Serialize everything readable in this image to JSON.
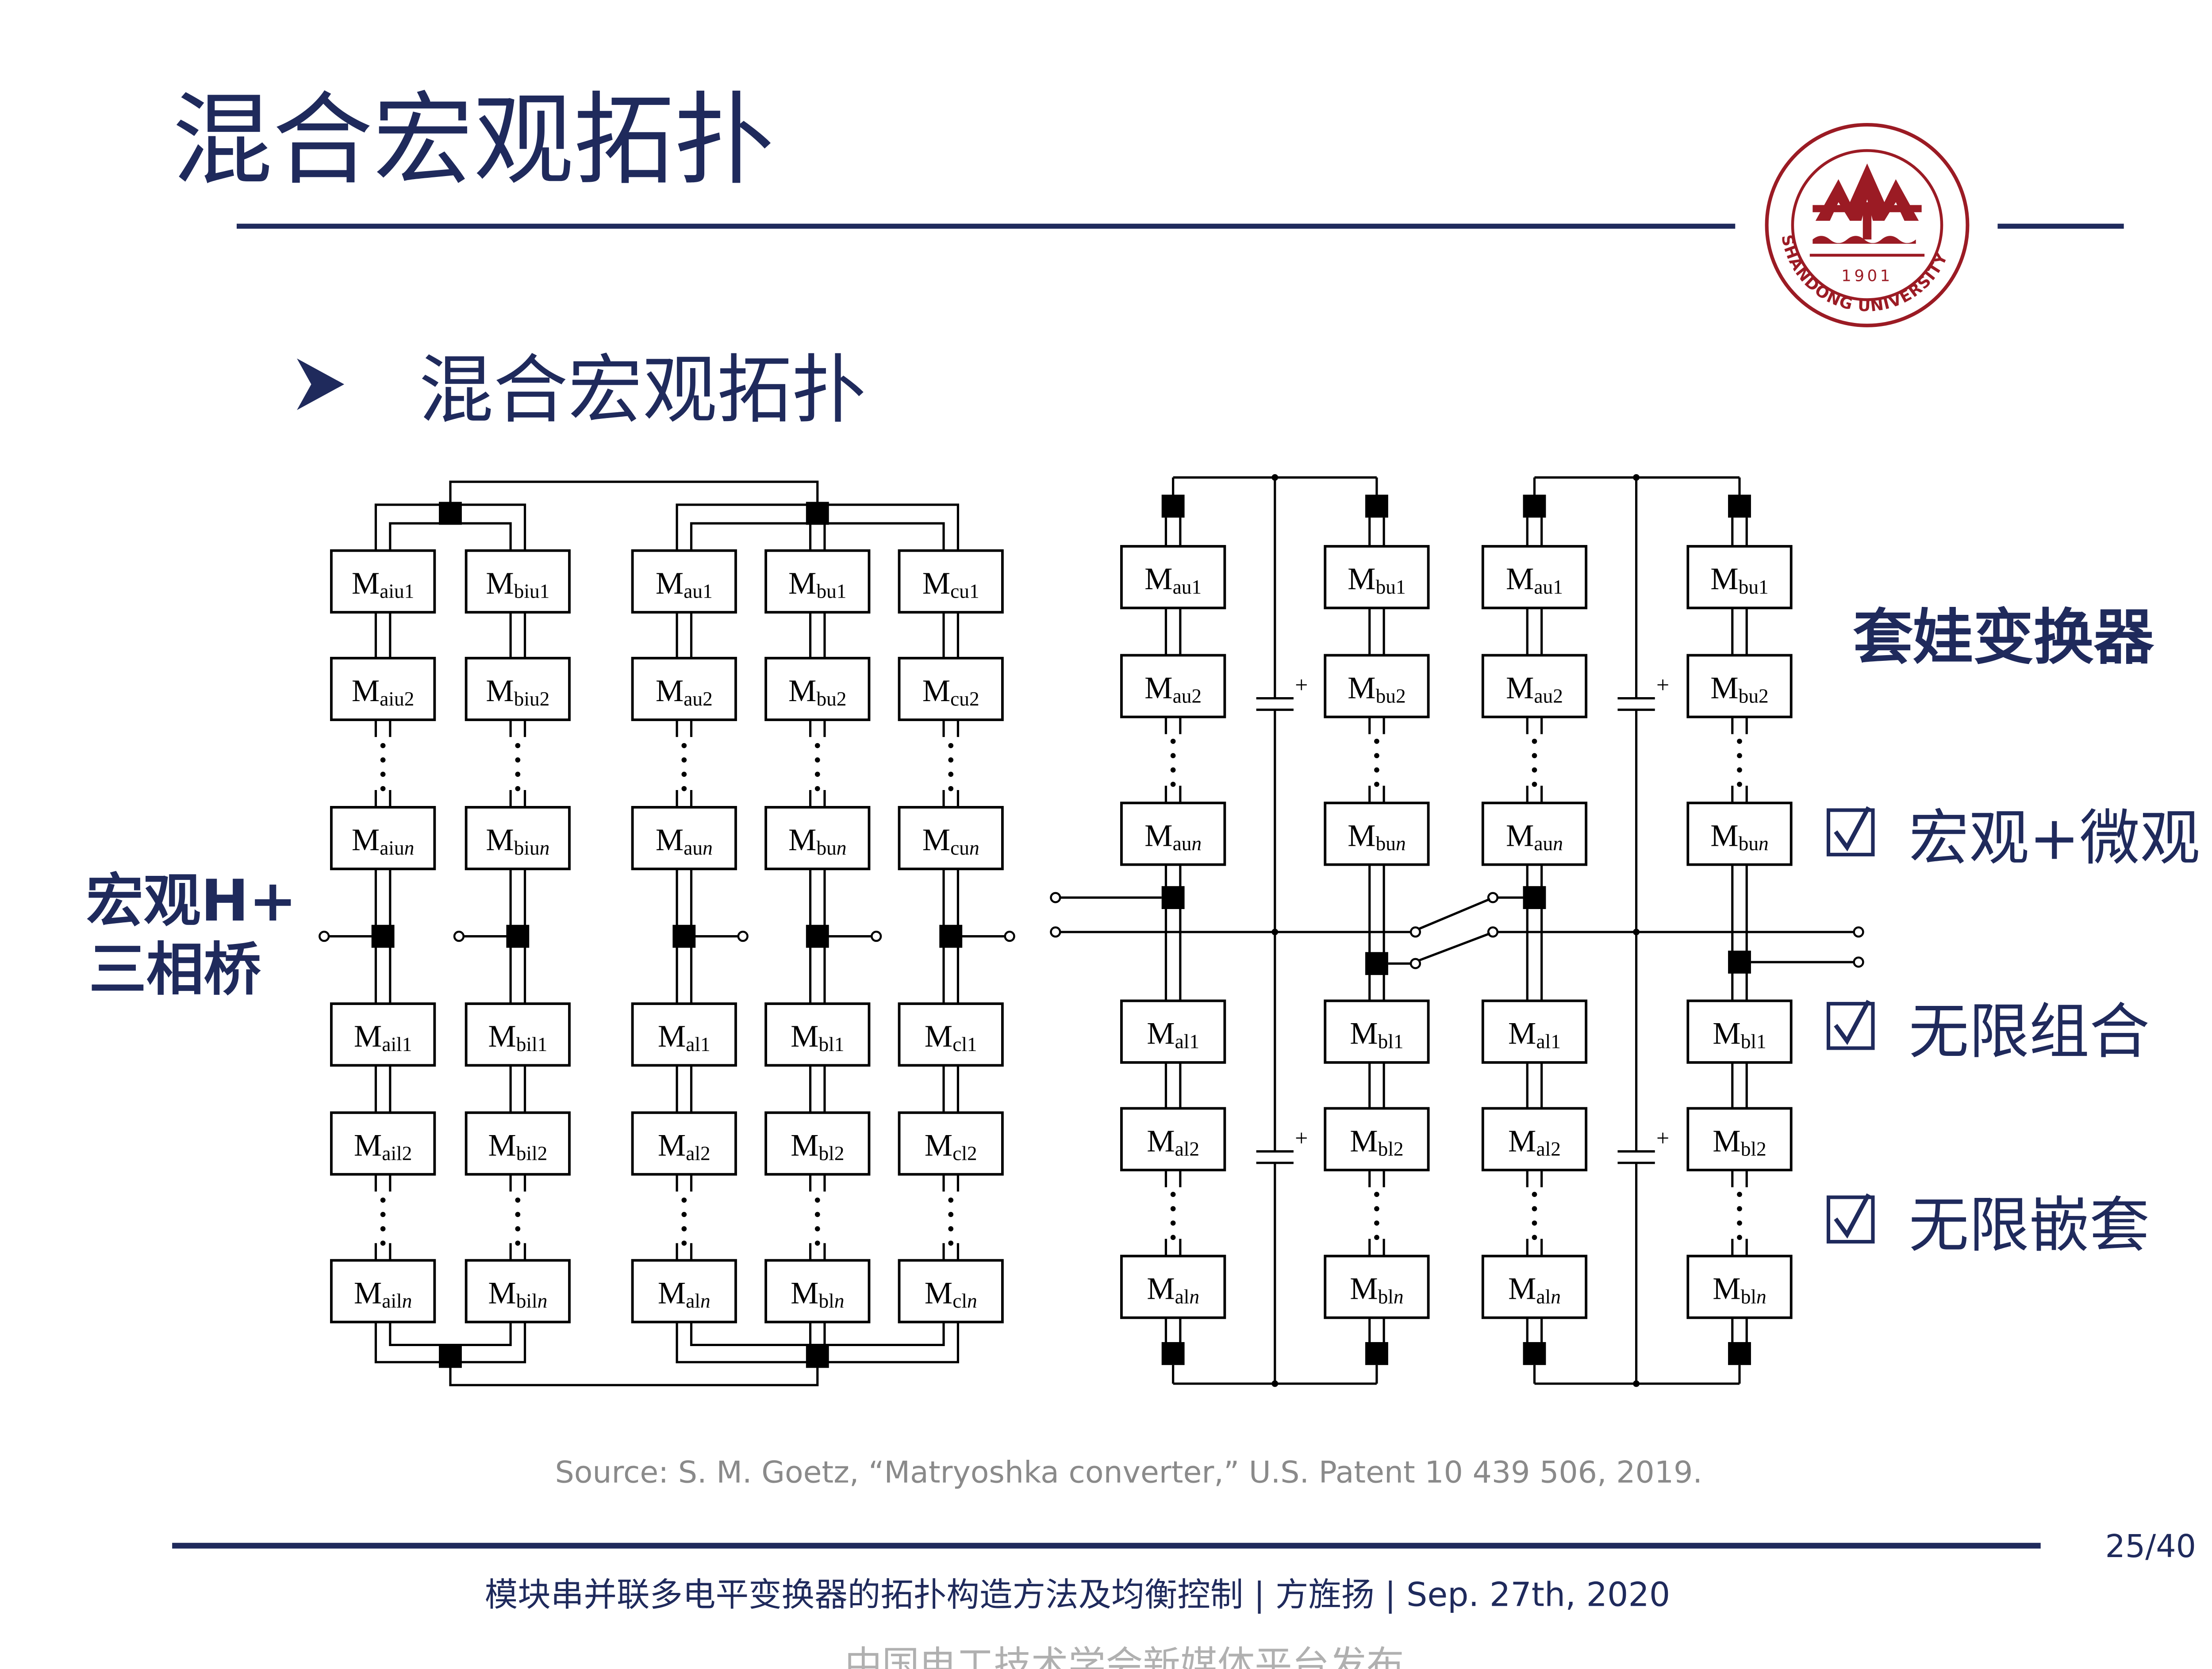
{
  "slide": {
    "title": "混合宏观拓扑",
    "bullet_icon": "arrowhead-bullet",
    "subtitle": "混合宏观拓扑",
    "left_label_line1": "宏观H+",
    "left_label_line2": "三相桥",
    "right_heading": "套娃变换器",
    "checklist": [
      {
        "icon": "checked-box",
        "label": "宏观+微观"
      },
      {
        "icon": "checked-box",
        "label": "无限组合"
      },
      {
        "icon": "checked-box",
        "label": "无限嵌套"
      }
    ],
    "source": "Source: S. M. Goetz, “Matryoshka converter,” U.S. Patent 10 439 506, 2019.",
    "page_number": "25/40",
    "footer": "模块串并联多电平变换器的拓扑构造方法及均衡控制 | 方旌扬 | Sep. 27th, 2020",
    "watermark": "中国电工技术学会新媒体平台发布",
    "logo": {
      "text": "SHANDONG UNIVERSITY",
      "year": "1901",
      "color": "#9b1b24"
    }
  },
  "colors": {
    "navy": "#1f2a5c",
    "gray_text": "#8a8a8a",
    "watermark": "#b0b0b0",
    "wire": "#000000"
  },
  "left_diagram": {
    "columns": [
      [
        "aiu1",
        "aiu2",
        "aiun",
        "ail1",
        "ail2",
        "ailn"
      ],
      [
        "biu1",
        "biu2",
        "biun",
        "bil1",
        "bil2",
        "biln"
      ],
      [
        "au1",
        "au2",
        "aun",
        "al1",
        "al2",
        "aln"
      ],
      [
        "bu1",
        "bu2",
        "bun",
        "bl1",
        "bl2",
        "bln"
      ],
      [
        "cu1",
        "cu2",
        "cun",
        "cl1",
        "cl2",
        "cln"
      ]
    ]
  },
  "right_diagram": {
    "columns": [
      [
        "au1",
        "au2",
        "aun",
        "al1",
        "al2",
        "aln"
      ],
      [
        "bu1",
        "bu2",
        "bun",
        "bl1",
        "bl2",
        "bln"
      ],
      [
        "au1",
        "au2",
        "aun",
        "al1",
        "al2",
        "aln"
      ],
      [
        "bu1",
        "bu2",
        "bun",
        "bl1",
        "bl2",
        "bln"
      ]
    ],
    "capacitor_polarity": "+"
  }
}
